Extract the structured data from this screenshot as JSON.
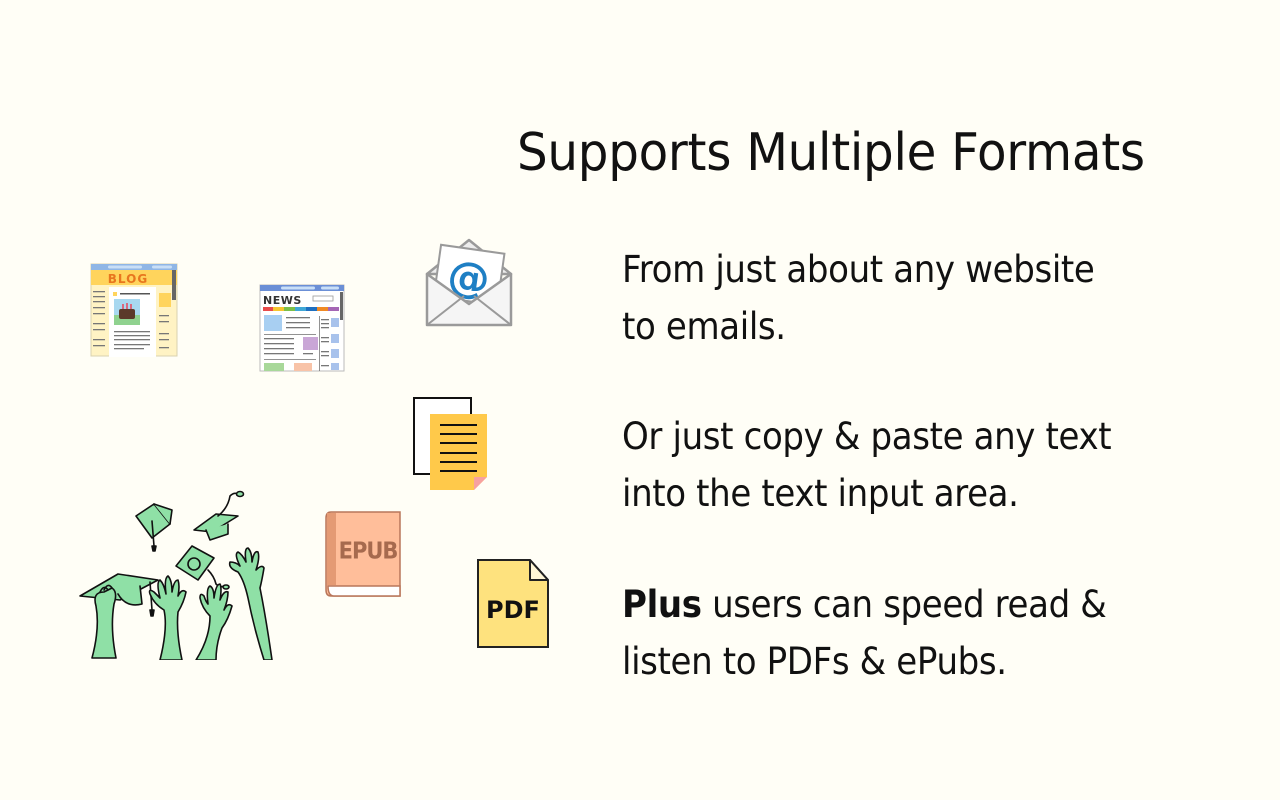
{
  "page": {
    "background_color": "#FFFEF6",
    "text_color": "#111111"
  },
  "header": {
    "title": "Supports Multiple Formats"
  },
  "features": [
    {
      "line1": "From just about any website",
      "line2": "to emails."
    },
    {
      "line1": "Or just copy & paste any text",
      "line2": "into the text input area."
    },
    {
      "bold_prefix": "Plus",
      "line1_rest": " users can speed read &",
      "line2": "listen to PDFs & ePubs."
    }
  ],
  "illustrations": {
    "blog": {
      "label": "BLOG",
      "icon": "blog-webpage-icon",
      "accent": "#FFD45C"
    },
    "news": {
      "label": "NEWS",
      "icon": "news-webpage-icon",
      "accent": "#6B8FD6"
    },
    "email": {
      "symbol": "@",
      "icon": "email-envelope-icon",
      "accent": "#1E7FC4"
    },
    "document": {
      "icon": "copy-paste-document-icon",
      "accent": "#FFC94A",
      "corner": "#F7A1A0"
    },
    "epub": {
      "label": "EPUB",
      "icon": "epub-book-icon",
      "accent": "#FFBE9A"
    },
    "pdf": {
      "label": "PDF",
      "icon": "pdf-file-icon",
      "accent": "#FEE27E"
    },
    "graduation": {
      "icon": "graduation-caps-icon",
      "accent": "#8FE0A6"
    }
  }
}
